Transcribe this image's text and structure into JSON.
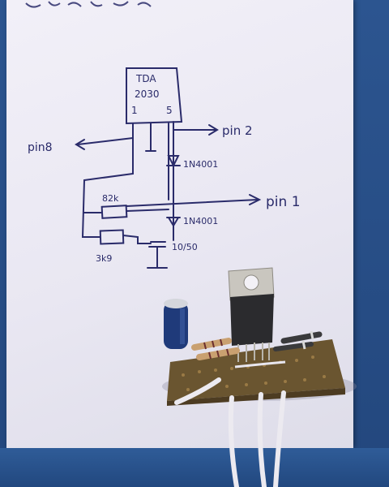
{
  "photo": {
    "schematic": {
      "chip_name": "TDA",
      "chip_number": "2030",
      "chip_pin_left": "1",
      "chip_pin_right": "5",
      "label_pin8": "pin8",
      "label_pin2": "pin 2",
      "label_pin1": "pin 1",
      "diode_top": "1N4001",
      "diode_bottom": "1N4001",
      "resistor_82k": "82k",
      "resistor_3k9": "3k9",
      "capacitor": "10/50"
    },
    "colors": {
      "background": "#2a4f86",
      "paper": "#eceaf4",
      "ink": "#2a2b6a",
      "pcb": "#6a5530"
    }
  }
}
